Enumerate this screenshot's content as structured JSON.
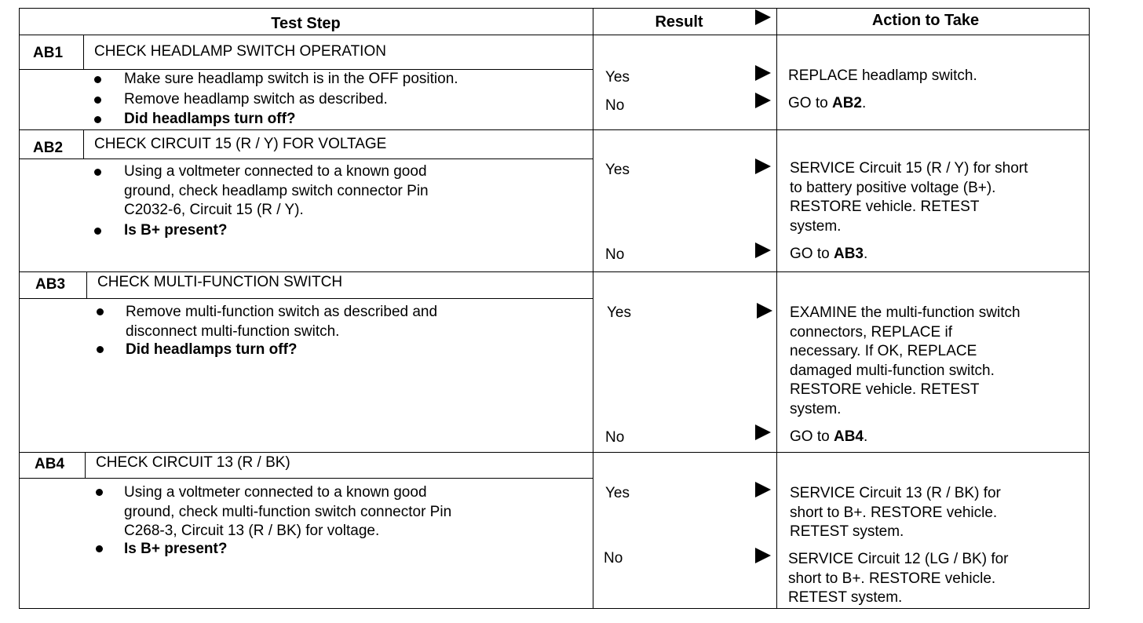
{
  "header": {
    "test_step": "Test Step",
    "result": "Result",
    "action": "Action to Take"
  },
  "steps": [
    {
      "code": "AB1",
      "title": "CHECK HEADLAMP SWITCH OPERATION",
      "bullets": [
        "Make sure headlamp switch is in the OFF position.",
        "Remove headlamp switch as described.",
        "Did headlamps turn off?"
      ],
      "results": [
        {
          "label": "Yes",
          "action": "REPLACE headlamp switch."
        },
        {
          "label": "No",
          "action_prefix": "GO to ",
          "action_ref": "AB2",
          "action_suffix": "."
        }
      ]
    },
    {
      "code": "AB2",
      "title": "CHECK CIRCUIT 15 (R / Y) FOR VOLTAGE",
      "bullets": [
        "Using a voltmeter connected to a known good",
        "ground, check headlamp switch connector Pin",
        "C2032-6, Circuit 15 (R / Y).",
        "Is B+ present?"
      ],
      "results": [
        {
          "label": "Yes",
          "action_lines": [
            "SERVICE Circuit 15 (R / Y) for short",
            "to battery positive voltage (B+).",
            "RESTORE vehicle. RETEST",
            "system."
          ]
        },
        {
          "label": "No",
          "action_prefix": "GO to ",
          "action_ref": "AB3",
          "action_suffix": "."
        }
      ]
    },
    {
      "code": "AB3",
      "title": "CHECK MULTI-FUNCTION SWITCH",
      "bullets": [
        "Remove multi-function switch as described and",
        "disconnect multi-function switch.",
        "Did headlamps turn off?"
      ],
      "results": [
        {
          "label": "Yes",
          "action_lines": [
            "EXAMINE the multi-function switch",
            "connectors, REPLACE if",
            "necessary. If OK, REPLACE",
            "damaged multi-function switch.",
            "RESTORE vehicle. RETEST",
            "system."
          ]
        },
        {
          "label": "No",
          "action_prefix": "GO to ",
          "action_ref": "AB4",
          "action_suffix": "."
        }
      ]
    },
    {
      "code": "AB4",
      "title": "CHECK CIRCUIT 13 (R / BK)",
      "bullets": [
        "Using a voltmeter connected to a known good",
        "ground, check multi-function switch connector Pin",
        "C268-3, Circuit 13 (R / BK) for voltage.",
        "Is B+ present?"
      ],
      "results": [
        {
          "label": "Yes",
          "action_lines": [
            "SERVICE Circuit 13 (R / BK) for",
            "short to B+. RESTORE vehicle.",
            "RETEST system."
          ]
        },
        {
          "label": "No",
          "action_lines": [
            "SERVICE Circuit 12 (LG / BK) for",
            "short to B+. RESTORE vehicle.",
            "RETEST system."
          ]
        }
      ]
    }
  ]
}
